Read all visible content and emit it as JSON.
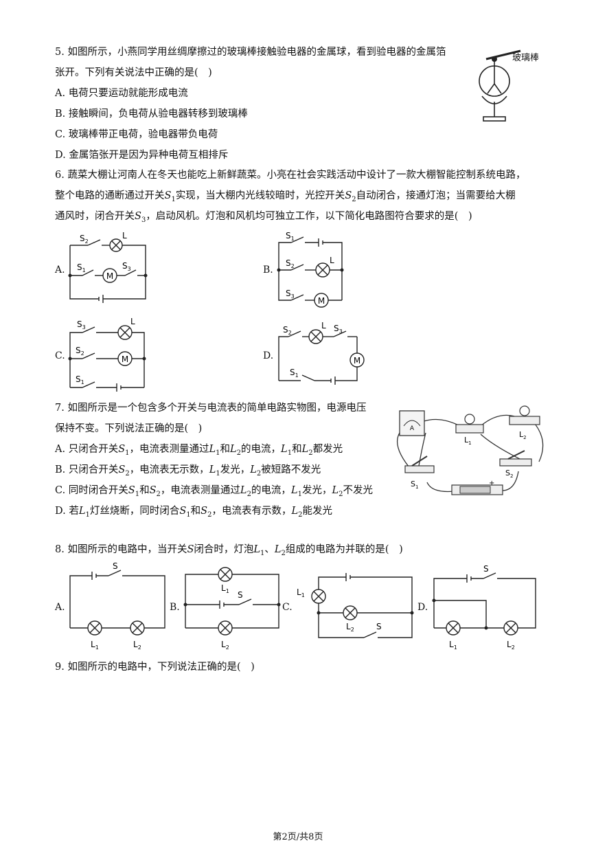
{
  "q5": {
    "stem1": "5. 如图所示，小燕同学用丝绸摩擦过的玻璃棒接触验电器的金属球，看到验电器的金属箔",
    "stem2": "张开。下列有关说法中正确的是(　)",
    "options": {
      "A": "A. 电荷只要运动就能形成电流",
      "B": "B. 接触瞬间，负电荷从验电器转移到玻璃棒",
      "C": "C. 玻璃棒带正电荷，验电器带负电荷",
      "D": "D. 金属箔张开是因为异种电荷互相排斥"
    },
    "figure_label": "玻璃棒"
  },
  "q6": {
    "stem1": "6. 蔬菜大棚让河南人在冬天也能吃上新鲜蔬菜。小亮在社会实践活动中设计了一款大棚智能控制系统电路，",
    "stem2a": "整个电路的通断通过开关",
    "stem2b": "实现，当大棚内光线较暗时，光控开关",
    "stem2c": "自动闭合，接通灯泡；当需要给大棚",
    "stem3a": "通风时，闭合开关",
    "stem3b": "，启动风机。灯泡和风机均可独立工作，以下简化电路图符合要求的是(　)",
    "option_letters": [
      "A.",
      "B.",
      "C.",
      "D."
    ],
    "labels": {
      "S1": "S",
      "S2": "S",
      "S3": "S",
      "s1": "1",
      "s2": "2",
      "s3": "3",
      "L": "L",
      "M": "M"
    }
  },
  "q7": {
    "stem1": "7. 如图所示是一个包含多个开关与电流表的简单电路实物图，电源电压",
    "stem2": "保持不变。下列说法正确的是(　)",
    "A": [
      "A. 只闭合开关",
      "，电流表测量通过",
      "和",
      "的电流，",
      "和",
      "都发光"
    ],
    "B": [
      "B. 只闭合开关",
      "，电流表无示数，",
      "发光，",
      "被短路不发光"
    ],
    "C": [
      "C. 同时闭合开关",
      "和",
      "，电流表测量通过",
      "的电流，",
      "发光，",
      "不发光"
    ],
    "D": [
      "D. 若",
      "灯丝烧断，同时闭合",
      "和",
      "，电流表有示数，",
      "能发光"
    ],
    "fig_labels": {
      "L1": "L",
      "L2": "L",
      "S1": "S",
      "S2": "S",
      "one": "1",
      "two": "2",
      "A": "A",
      "plus": "+"
    }
  },
  "q8": {
    "stem_a": "8. 如图所示的电路中，当开关",
    "stem_b": "闭合时，灯泡",
    "stem_c": "、",
    "stem_d": "组成的电路为并联的是(　)",
    "option_letters": [
      "A.",
      "B.",
      "C.",
      "D."
    ],
    "labels": {
      "S": "S",
      "L": "L",
      "one": "1",
      "two": "2"
    }
  },
  "q9": {
    "stem": "9. 如图所示的电路中，下列说法正确的是(　)"
  },
  "footer": "第2页/共8页",
  "symbols": {
    "S": "S",
    "L": "L",
    "one": "1",
    "two": "2",
    "three": "3"
  }
}
